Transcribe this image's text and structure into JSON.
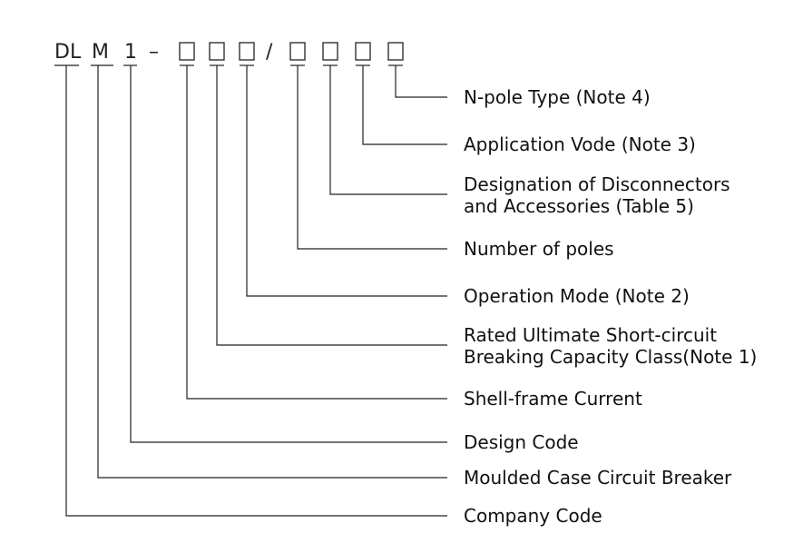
{
  "model_code": {
    "prefix": [
      "DL",
      "M",
      "1"
    ],
    "dash": "–",
    "slash": "/"
  },
  "labels": [
    [
      "N-pole Type (Note 4)"
    ],
    [
      "Application Vode (Note 3)"
    ],
    [
      "Designation of Disconnectors",
      "and Accessories (Table 5)"
    ],
    [
      "Number of poles"
    ],
    [
      "Operation Mode (Note 2)"
    ],
    [
      "Rated Ultimate Short-circuit",
      "Breaking Capacity Class(Note 1)"
    ],
    [
      "Shell-frame Current"
    ],
    [
      "Design Code"
    ],
    [
      "Moulded Case Circuit Breaker"
    ],
    [
      "Company Code"
    ]
  ]
}
